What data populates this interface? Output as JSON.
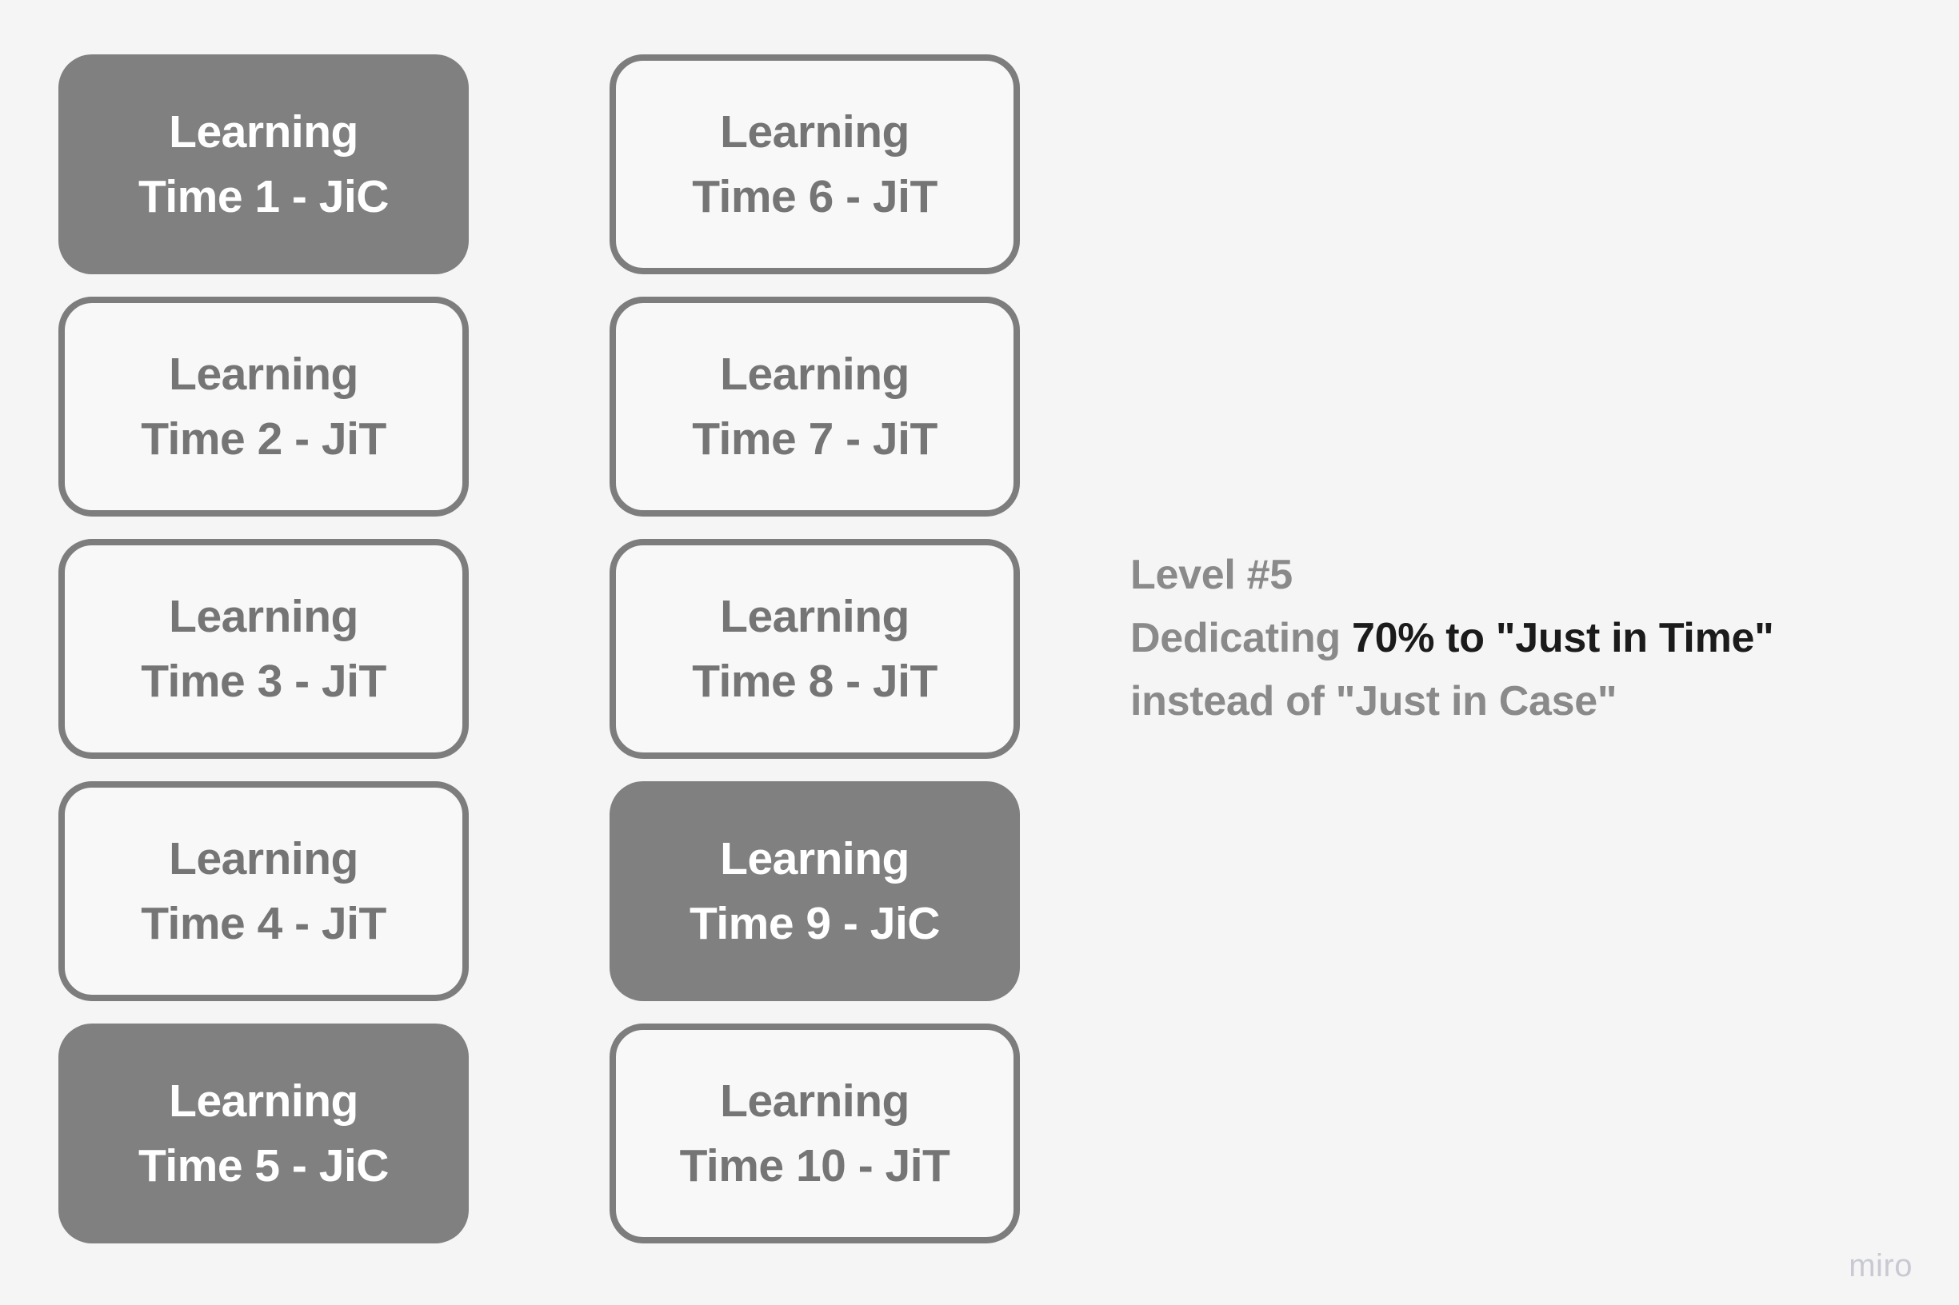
{
  "background_color": "#f5f5f5",
  "colors": {
    "jic_fill": "#808080",
    "jic_text": "#ffffff",
    "jit_border": "#7d7d7d",
    "jit_text": "#757575",
    "jit_fill": "#f8f8f8",
    "annotation_gray": "#8a8a8a",
    "annotation_emphasis": "#1b1b1b",
    "watermark": "#c9c9d4"
  },
  "columns": [
    {
      "id": "column-1",
      "cards": [
        {
          "line1": "Learning",
          "line2": "Time 1 - JiC",
          "type": "JiC"
        },
        {
          "line1": "Learning",
          "line2": "Time 2 - JiT",
          "type": "JiT"
        },
        {
          "line1": "Learning",
          "line2": "Time 3 - JiT",
          "type": "JiT"
        },
        {
          "line1": "Learning",
          "line2": "Time 4 - JiT",
          "type": "JiT"
        },
        {
          "line1": "Learning",
          "line2": "Time 5 - JiC",
          "type": "JiC"
        }
      ]
    },
    {
      "id": "column-2",
      "cards": [
        {
          "line1": "Learning",
          "line2": "Time 6 - JiT",
          "type": "JiT"
        },
        {
          "line1": "Learning",
          "line2": "Time 7 - JiT",
          "type": "JiT"
        },
        {
          "line1": "Learning",
          "line2": "Time 8 - JiT",
          "type": "JiT"
        },
        {
          "line1": "Learning",
          "line2": "Time 9 - JiC",
          "type": "JiC"
        },
        {
          "line1": "Learning",
          "line2": "Time 10 - JiT",
          "type": "JiT"
        }
      ]
    }
  ],
  "annotation": {
    "line1": "Level #5",
    "line2_prefix": "Dedicating ",
    "line2_emphasis": "70% to \"Just in Time\"",
    "line3": "instead of \"Just in Case\""
  },
  "watermark": {
    "label": "miro"
  }
}
